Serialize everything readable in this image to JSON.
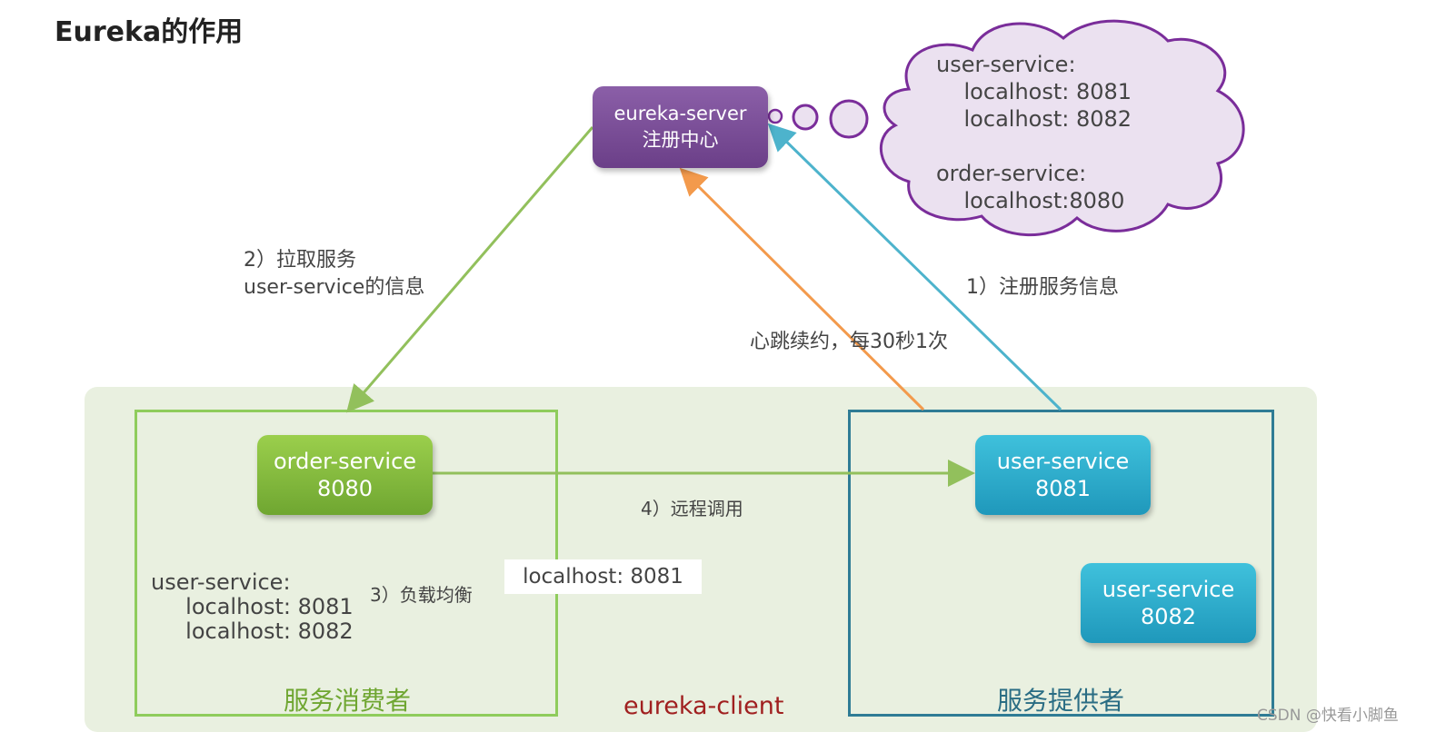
{
  "title": "Eureka的作用",
  "nodes": {
    "eureka_server": {
      "line1": "eureka-server",
      "line2": "注册中心"
    },
    "order_service": {
      "line1": "order-service",
      "line2": "8080"
    },
    "user_service_1": {
      "line1": "user-service",
      "line2": "8081"
    },
    "user_service_2": {
      "line1": "user-service",
      "line2": "8082"
    }
  },
  "registry_cloud": "user-service:\n    localhost: 8081\n    localhost: 8082\n\norder-service:\n    localhost:8080",
  "edges": {
    "register": "1）注册服务信息",
    "pull_line1": "2）拉取服务",
    "pull_line2": "user-service的信息",
    "heartbeat": "心跳续约，每30秒1次",
    "load_balance": "3）负载均衡",
    "remote_call": "4）远程调用"
  },
  "consumer_list": "user-service:\n     localhost: 8081\n     localhost: 8082",
  "picked_instance": "localhost: 8081",
  "groups": {
    "consumer": "服务消费者",
    "provider": "服务提供者",
    "client": "eureka-client"
  },
  "watermark": "CSDN @快看小脚鱼",
  "colors": {
    "server": "#7b4f98",
    "consumer": "#8fcc5c",
    "provider": "#2f7c95",
    "heartbeat": "#f39a4c",
    "register": "#4db3cc",
    "pull": "#92c05c",
    "cloud_fill": "#ebe1f0",
    "cloud_stroke": "#7a2d9a"
  }
}
